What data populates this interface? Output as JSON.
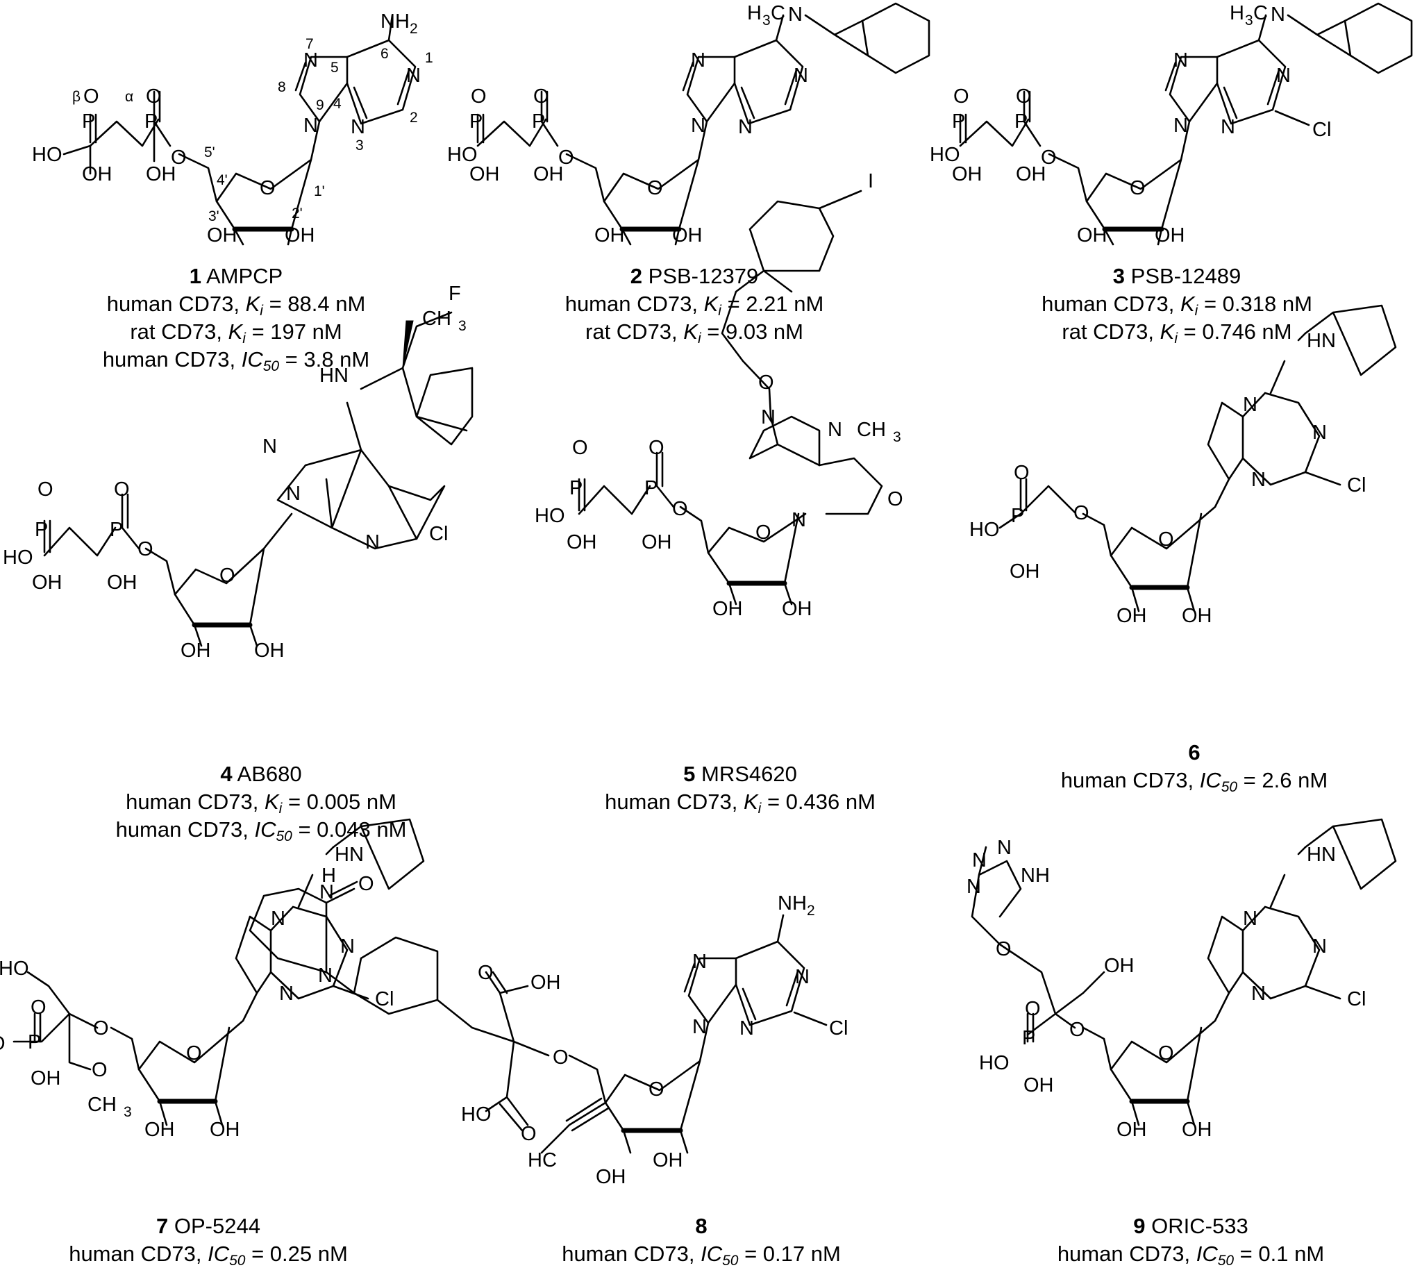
{
  "compounds": [
    {
      "number": "1",
      "name": "AMPCP",
      "lines": [
        {
          "target": "human CD73",
          "param": "K",
          "sub": "i",
          "value": " = 88.4 nM"
        },
        {
          "target": "rat CD73",
          "param": "K",
          "sub": "i",
          "value": " = 197 nM"
        },
        {
          "target": "human CD73",
          "param": "IC",
          "sub": "50",
          "value": " = 3.8 nM"
        }
      ]
    },
    {
      "number": "2",
      "name": "PSB-12379",
      "lines": [
        {
          "target": "human CD73",
          "param": "K",
          "sub": "i",
          "value": " = 2.21 nM"
        },
        {
          "target": "rat CD73",
          "param": "K",
          "sub": "i",
          "value": " = 9.03 nM"
        }
      ]
    },
    {
      "number": "3",
      "name": "PSB-12489",
      "lines": [
        {
          "target": "human CD73",
          "param": "K",
          "sub": "i",
          "value": " = 0.318 nM"
        },
        {
          "target": "rat CD73",
          "param": "K",
          "sub": "i",
          "value": " = 0.746 nM"
        }
      ]
    },
    {
      "number": "4",
      "name": "AB680",
      "lines": [
        {
          "target": "human CD73",
          "param": "K",
          "sub": "i",
          "value": " = 0.005 nM"
        },
        {
          "target": "human CD73",
          "param": "IC",
          "sub": "50",
          "value": " = 0.043 nM"
        }
      ]
    },
    {
      "number": "5",
      "name": "MRS4620",
      "lines": [
        {
          "target": "human CD73",
          "param": "K",
          "sub": "i",
          "value": " = 0.436 nM"
        }
      ]
    },
    {
      "number": "6",
      "name": "",
      "lines": [
        {
          "target": "human CD73",
          "param": "IC",
          "sub": "50",
          "value": " = 2.6 nM"
        }
      ]
    },
    {
      "number": "7",
      "name": "OP-5244",
      "lines": [
        {
          "target": "human CD73",
          "param": "IC",
          "sub": "50",
          "value": " = 0.25 nM"
        }
      ]
    },
    {
      "number": "8",
      "name": "",
      "lines": [
        {
          "target": "human CD73",
          "param": "IC",
          "sub": "50",
          "value": " = 0.17 nM"
        }
      ]
    },
    {
      "number": "9",
      "name": "ORIC-533",
      "lines": [
        {
          "target": "human CD73",
          "param": "IC",
          "sub": "50",
          "value": " = 0.1 nM"
        }
      ]
    }
  ],
  "labels": {
    "NH2": "NH",
    "sub2": "2",
    "N": "N",
    "O": "O",
    "P": "P",
    "OH": "OH",
    "HO": "HO",
    "HN": "HN",
    "NH": "NH",
    "H": "H",
    "Cl": "Cl",
    "F": "F",
    "I": "I",
    "H3C": "H",
    "sub3": "3",
    "CH3": "CH",
    "C": "C",
    "HC": "HC",
    "alpha": "α",
    "beta": "β",
    "n1": "1",
    "n2": "2",
    "n3": "3",
    "n4": "4",
    "n5": "5",
    "n6": "6",
    "n7": "7",
    "n8": "8",
    "n9": "9",
    "p1": "1'",
    "p2": "2'",
    "p3": "3'",
    "p4": "4'",
    "p5": "5'"
  }
}
